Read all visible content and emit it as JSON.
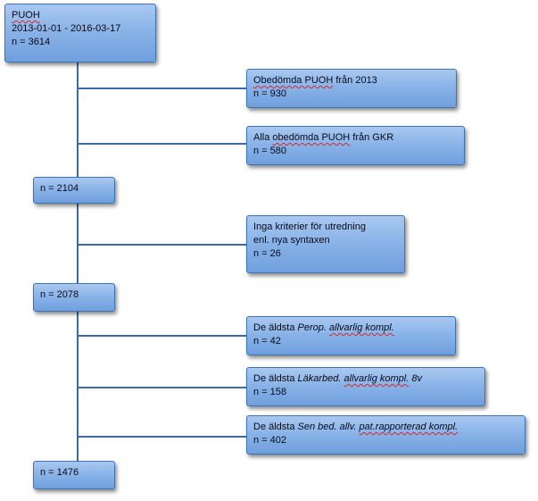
{
  "root": {
    "title": "PUOH",
    "dates": "2013-01-01 - 2016-03-17",
    "n": "n = 3614"
  },
  "exclusions": [
    {
      "prefix": "",
      "underlined": "Obedömda PUOH",
      "suffix": " från 2013",
      "n": "n = 930"
    },
    {
      "prefix": "Alla ",
      "underlined": "obedömda PUOH",
      "suffix": " från GKR",
      "n": "n = 580"
    },
    {
      "line1": "Inga kriterier för utredning",
      "line2": "enl. nya syntaxen",
      "n": "n = 26"
    },
    {
      "prefix": "De äldsta ",
      "italic_a": "Perop.",
      "space": " ",
      "italic_b": "allvarlig kompl.",
      "n": "n = 42"
    },
    {
      "prefix": "De äldsta ",
      "italic_a": "Läkarbed.",
      "space": " ",
      "italic_b": "allvarlig kompl.",
      "tail": " 8v",
      "n": "n = 158"
    },
    {
      "prefix": "De äldsta ",
      "italic_a": "Sen bed. allv.",
      "space": " ",
      "italic_b": "pat.rapporterad kompl.",
      "n": "n = 402"
    }
  ],
  "steps": [
    {
      "n": "n = 2104"
    },
    {
      "n": "n = 2078"
    },
    {
      "n": "n = 1476"
    }
  ]
}
